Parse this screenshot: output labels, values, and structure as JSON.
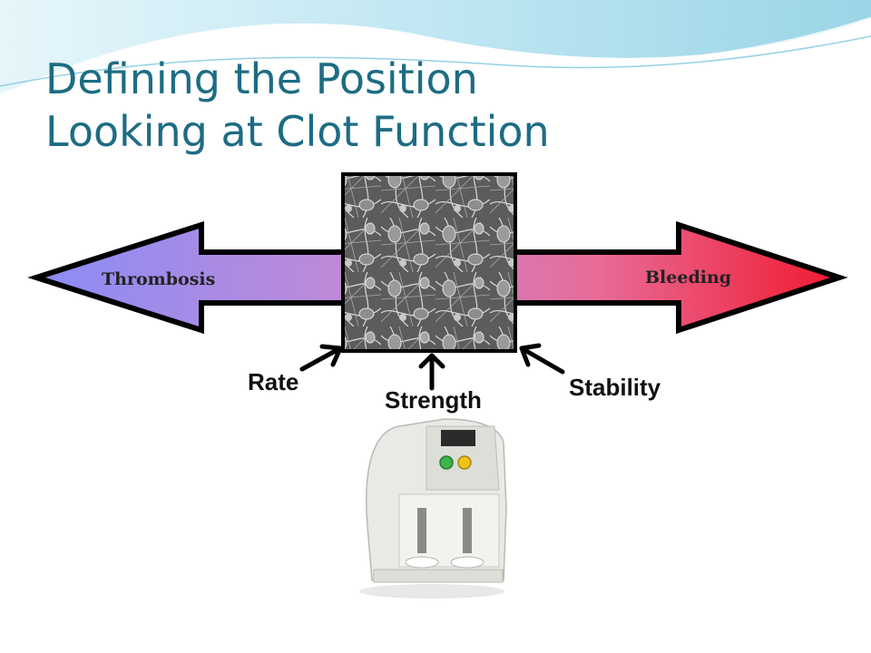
{
  "title": {
    "line1": "Defining the Position",
    "line2": "Looking at Clot Function"
  },
  "arrow": {
    "left_label": "Thrombosis",
    "right_label": "Bleeding",
    "left_color": "#8a8cf6",
    "right_color": "#f01a30"
  },
  "factors": {
    "rate": "Rate",
    "strength": "Strength",
    "stability": "Stability"
  },
  "colors": {
    "title": "#1d6c84",
    "wave_light": "#c9ecf5",
    "wave_dark": "#8fd0e4"
  }
}
